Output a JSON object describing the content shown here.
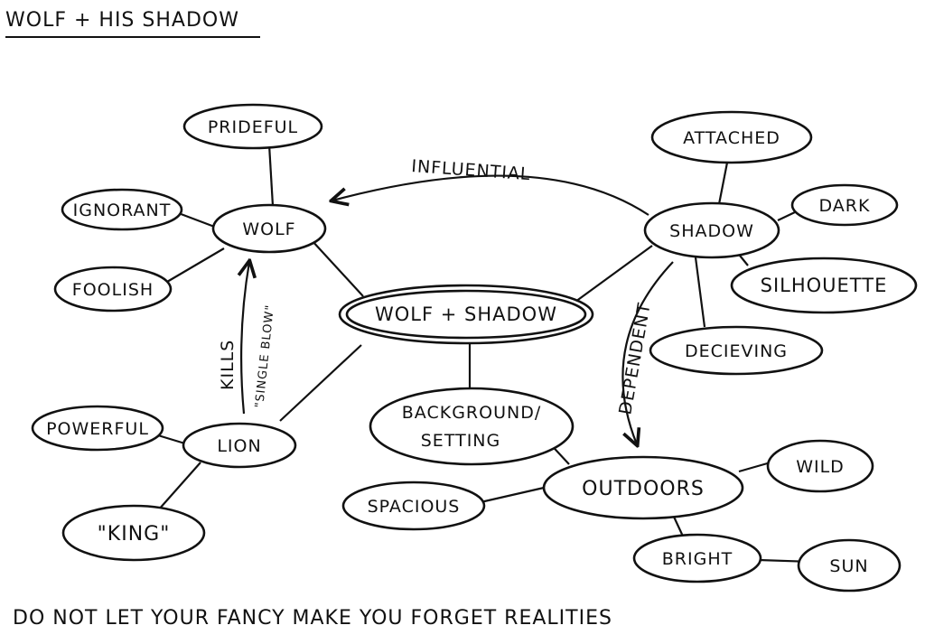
{
  "title": "WOLF + HIS SHADOW",
  "footer": "DO NOT LET YOUR FANCY MAKE YOU FORGET REALITIES",
  "nodes": {
    "center": "WOLF + SHADOW",
    "wolf": "WOLF",
    "prideful": "PRIDEFUL",
    "ignorant": "IGNORANT",
    "foolish": "FOOLISH",
    "lion": "LION",
    "powerful": "POWERFUL",
    "king": "\"KING\"",
    "shadow": "SHADOW",
    "attached": "ATTACHED",
    "dark": "DARK",
    "silhouette": "SILHOUETTE",
    "decieving": "DECIEVING",
    "background_1": "BACKGROUND/",
    "background_2": "SETTING",
    "outdoors": "OUTDOORS",
    "spacious": "SPACIOUS",
    "wild": "WILD",
    "bright": "BRIGHT",
    "sun": "SUN"
  },
  "edge_labels": {
    "influential": "INFLUENTIAL",
    "dependent": "DEPENDENT",
    "kills": "KILLS",
    "single_blow": "\"SINGLE BLOW\""
  }
}
